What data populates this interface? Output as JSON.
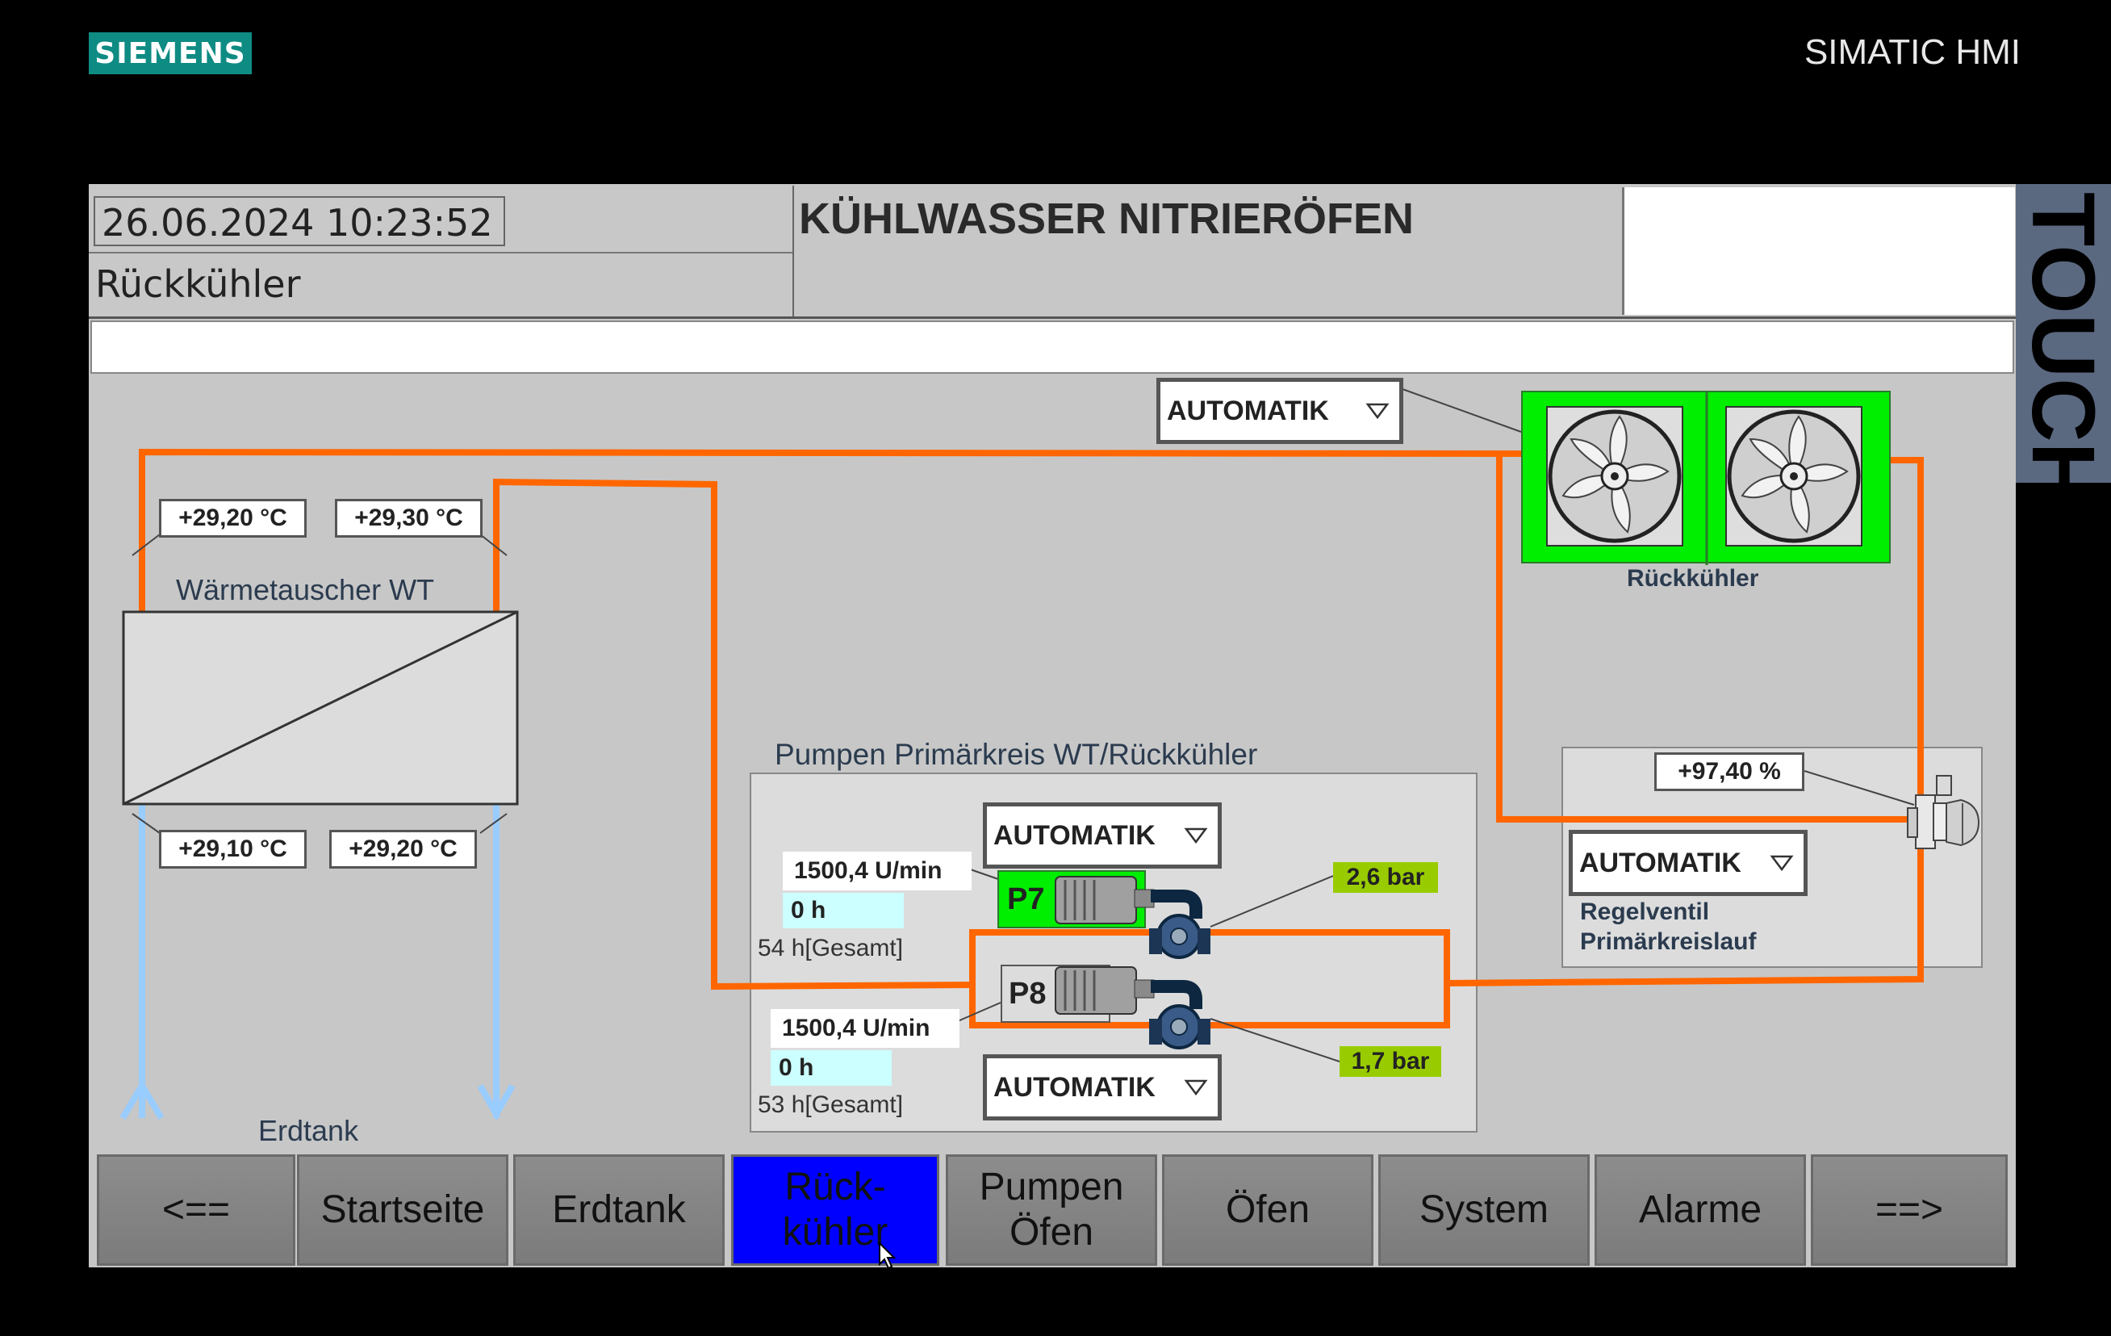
{
  "device": {
    "brand": "SIEMENS",
    "model": "SIMATIC HMI",
    "touch_label": "TOUCH"
  },
  "header": {
    "datetime": "26.06.2024 10:23:52",
    "screen_name": "Rückkühler",
    "title": "KÜHLWASSER NITRIERÖFEN"
  },
  "heat_exchanger": {
    "label": "Wärmetauscher WT",
    "temp_top_left": "+29,20 °C",
    "temp_top_right": "+29,30 °C",
    "temp_bottom_left": "+29,10 °C",
    "temp_bottom_right": "+29,20 °C"
  },
  "erdtank_label": "Erdtank",
  "cooler": {
    "mode": "AUTOMATIK",
    "label": "Rückkühler",
    "fan_color": "#00ee00"
  },
  "pumps": {
    "group_label": "Pumpen Primärkreis WT/Rückkühler",
    "p7": {
      "name": "P7",
      "mode": "AUTOMATIK",
      "speed": "1500,4 U/min",
      "hours": "0 h",
      "total": "54 h[Gesamt]",
      "pressure": "2,6 bar",
      "status_color": "#00ee00"
    },
    "p8": {
      "name": "P8",
      "mode": "AUTOMATIK",
      "speed": "1500,4 U/min",
      "hours": "0 h",
      "total": "53 h[Gesamt]",
      "pressure": "1,7 bar",
      "status_color": "#dcdcdc"
    }
  },
  "valve": {
    "percent": "+97,40 %",
    "mode": "AUTOMATIK",
    "label_line1": "Regelventil",
    "label_line2": "Primärkreislauf"
  },
  "nav": {
    "back": "<==",
    "home": "Startseite",
    "erdtank": "Erdtank",
    "rueckkuehler_l1": "Rück-",
    "rueckkuehler_l2": "kühler",
    "pumpen_l1": "Pumpen",
    "pumpen_l2": "Öfen",
    "oefen": "Öfen",
    "system": "System",
    "alarme": "Alarme",
    "forward": "==>"
  },
  "colors": {
    "pipe_primary": "#ff6600",
    "pipe_ground": "#99ccff",
    "active_nav": "#0000ff",
    "pressure_badge": "#99cc00"
  }
}
